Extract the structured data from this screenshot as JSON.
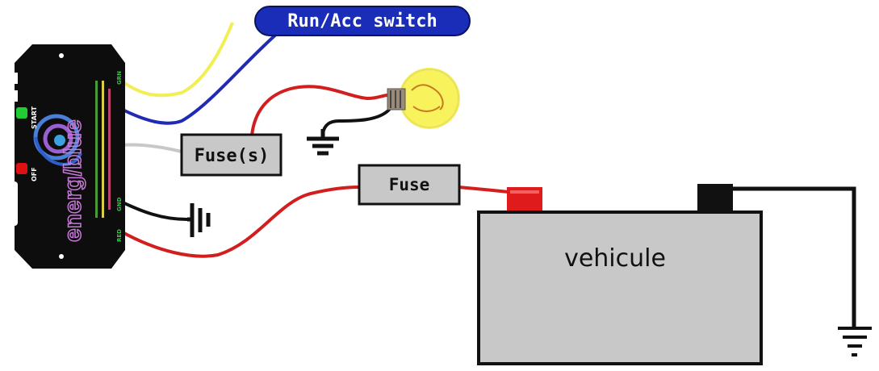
{
  "labels": {
    "switch": "Run/Acc switch",
    "fuse_lamp": "Fuse(s)",
    "fuse_battery": "Fuse",
    "battery": "vehicule",
    "device_brand": "energ/blue",
    "device_off": "OFF",
    "device_start": "START",
    "device_red": "RED",
    "device_gnd": "GND",
    "device_grn": "GRN"
  },
  "colors": {
    "device_body": "#0d0d0d",
    "switch_bg": "#1a2db8",
    "wire_yellow": "#f2ee55",
    "wire_blue": "#1f2bb5",
    "wire_gray": "#c8c8c8",
    "wire_red": "#d21e1e",
    "wire_black": "#111111",
    "fuse_fill": "#c8c8c8",
    "battery_fill": "#c8c8c8",
    "terminal_pos": "#e01b1b",
    "terminal_neg": "#111111",
    "bulb_glow": "#f8f25c",
    "led_green": "#22cc33",
    "led_red": "#dd1111"
  },
  "icons": [
    "ground-symbol-icon",
    "light-bulb-icon",
    "battery-icon",
    "controller-device-icon"
  ]
}
